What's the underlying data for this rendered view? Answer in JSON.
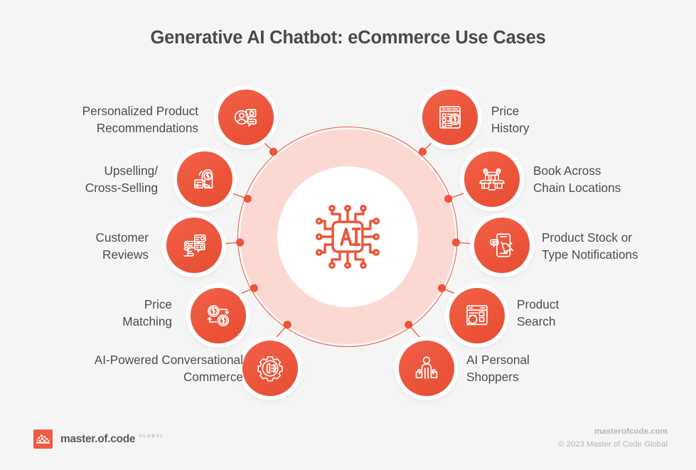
{
  "page": {
    "title": "Generative AI Chatbot: eCommerce Use Cases",
    "background_color": "#f5f5f5",
    "accent_color": "#ec5539",
    "ring_band_color": "#fbd9d2",
    "title_color": "#4a4a4a",
    "label_color": "#4d4d4d"
  },
  "center": {
    "icon": "ai-chip-icon",
    "text": "AI"
  },
  "nodes": [
    {
      "id": "personalized-product-recommendations",
      "label": "Personalized Product\nRecommendations",
      "side": "left",
      "icon": "user-thumbs-up-chat-icon"
    },
    {
      "id": "upselling-cross-selling",
      "label": "Upselling/\nCross-Selling",
      "side": "left",
      "icon": "agent-headset-offer-icon"
    },
    {
      "id": "customer-reviews",
      "label": "Customer\nReviews",
      "side": "left",
      "icon": "review-chat-bubbles-icon"
    },
    {
      "id": "price-matching",
      "label": "Price\nMatching",
      "side": "left",
      "icon": "two-coins-exchange-icon"
    },
    {
      "id": "ai-powered-conversational-commerce",
      "label": "AI-Powered Conversational\nCommerce",
      "side": "left",
      "icon": "gear-brain-icon"
    },
    {
      "id": "price-history",
      "label": "Price\nHistory",
      "side": "right",
      "icon": "price-list-coin-icon"
    },
    {
      "id": "book-across-chain-locations",
      "label": "Book Across\nChain Locations",
      "side": "right",
      "icon": "storefronts-map-pins-icon"
    },
    {
      "id": "product-stock-or-type-notifications",
      "label": "Product Stock or\nType Notifications",
      "side": "right",
      "icon": "phone-bell-notification-icon"
    },
    {
      "id": "product-search",
      "label": "Product\nSearch",
      "side": "right",
      "icon": "browser-magnifier-icon"
    },
    {
      "id": "ai-personal-shoppers",
      "label": "AI Personal\nShoppers",
      "side": "right",
      "icon": "shopper-with-bags-icon"
    }
  ],
  "footer": {
    "logo_name": "master.of.code",
    "logo_superscript": "GLOBAL",
    "website": "masterofcode.com",
    "copyright": "© 2023 Master of Code Global"
  }
}
